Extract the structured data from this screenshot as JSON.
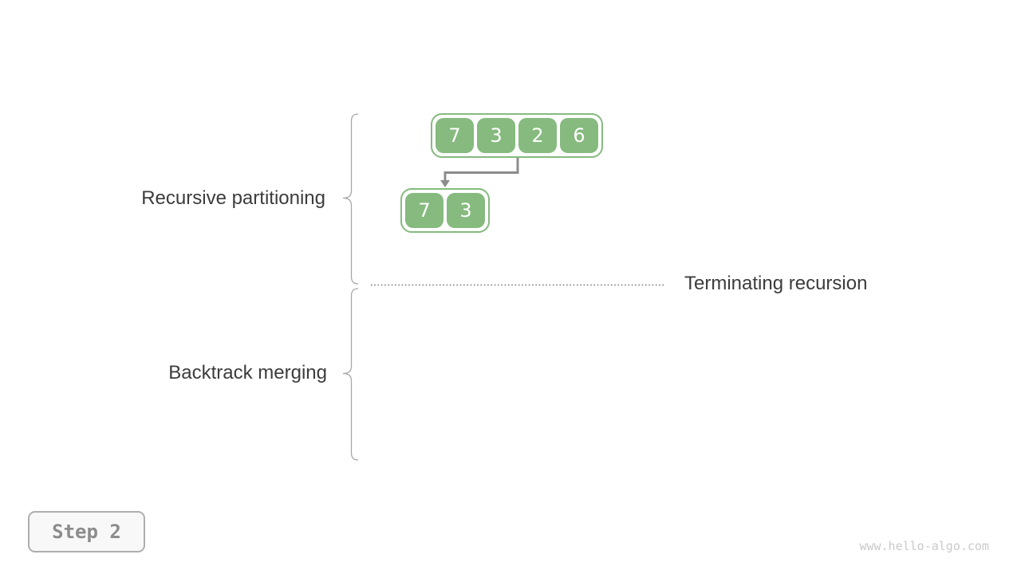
{
  "diagram": {
    "title_concept": "merge sort recursion diagram",
    "arrays": {
      "top": {
        "values": [
          "7",
          "3",
          "2",
          "6"
        ]
      },
      "child": {
        "values": [
          "7",
          "3"
        ]
      }
    },
    "labels": {
      "recursive_partitioning": "Recursive partitioning",
      "terminating_recursion": "Terminating recursion",
      "backtrack_merging": "Backtrack merging"
    }
  },
  "badge": {
    "label": "Step 2"
  },
  "watermark": {
    "text": "www.hello-algo.com"
  },
  "colors": {
    "cell_green": "#86BA7F",
    "cell_text": "#FFFFFF",
    "arrow_gray": "#8C8C8C",
    "brace_gray": "#A8A8A8",
    "label_text": "#3C3C3C",
    "dotted_line": "#6E6E6E",
    "badge_border": "#AEAEAE",
    "badge_background": "#F8F8F8",
    "badge_text": "#8C8C8C",
    "watermark_text": "#CACACA"
  }
}
